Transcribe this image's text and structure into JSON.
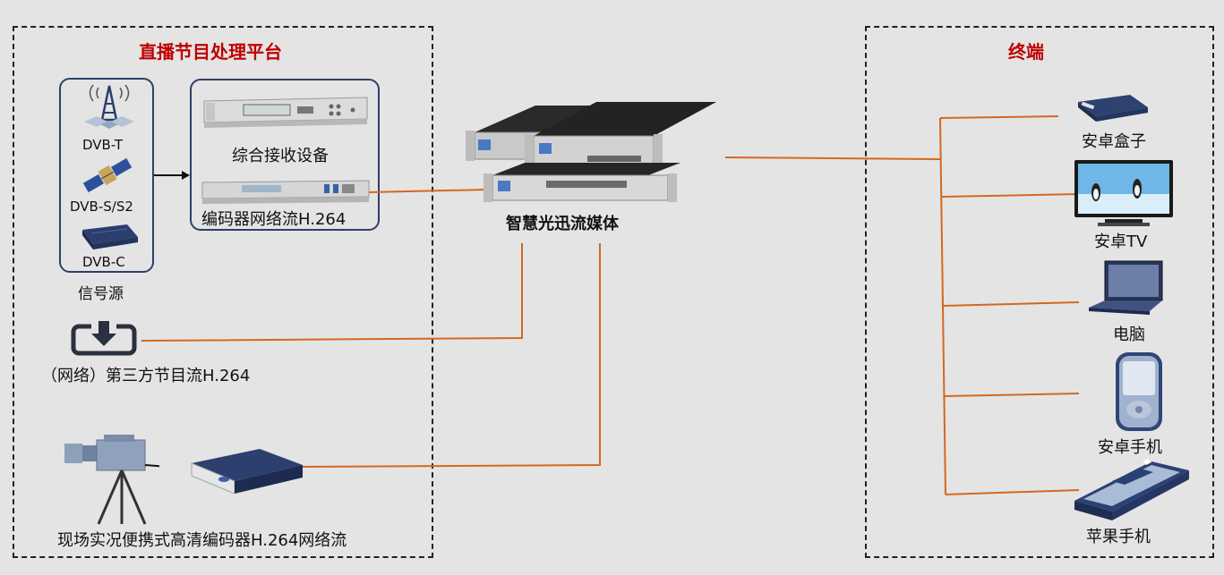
{
  "left_panel": {
    "title": "直播节目处理平台",
    "signal_sources": {
      "dvb_t": "DVB-T",
      "dvb_s": "DVB-S/S2",
      "dvb_c": "DVB-C",
      "group_label": "信号源"
    },
    "receiver_label": "综合接收设备",
    "encoder_label": "编码器网络流H.264",
    "third_party_label": "（网络）第三方节目流H.264",
    "live_encoder_label": "现场实况便携式高清编码器H.264网络流"
  },
  "center": {
    "server_label": "智慧光迅流媒体"
  },
  "right_panel": {
    "title": "终端",
    "terminals": [
      "安卓盒子",
      "安卓TV",
      "电脑",
      "安卓手机",
      "苹果手机"
    ]
  },
  "colors": {
    "title_red": "#c00000",
    "wire_orange": "#d2691e",
    "box_border": "#2f3f6a"
  }
}
